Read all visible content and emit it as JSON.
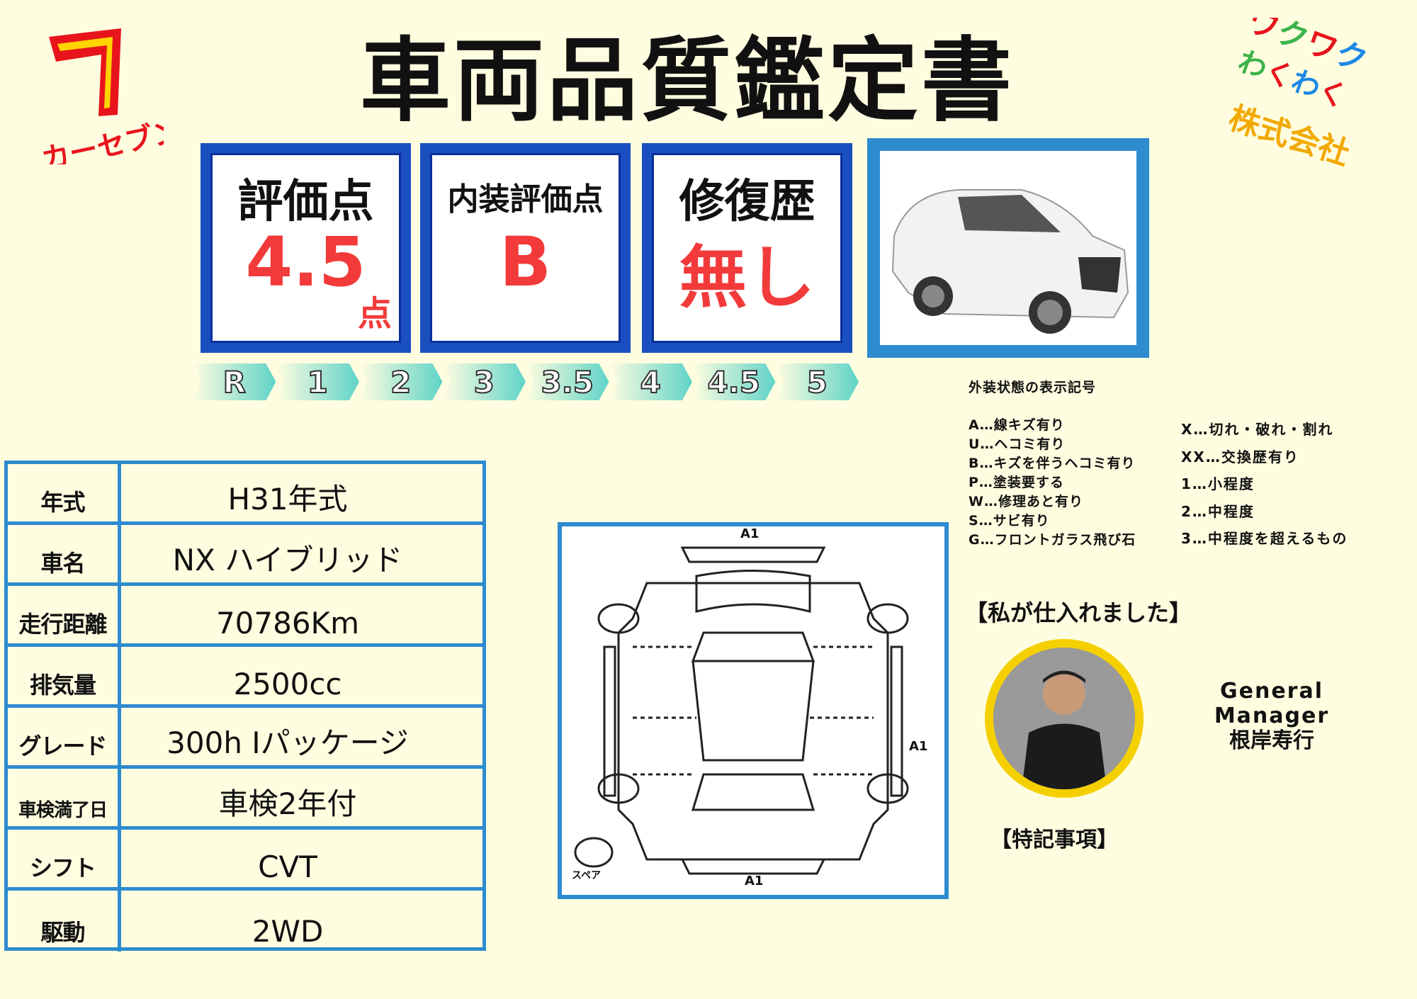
{
  "title": "車両品質鑑定書",
  "logos": {
    "left": "カーセブン",
    "right": "ワクワクわくわく株式会社"
  },
  "scores": [
    {
      "label": "評価点",
      "value": "4.5",
      "unit": "点"
    },
    {
      "label": "内装評価点",
      "value": "B"
    },
    {
      "label": "修復歴",
      "value": "無し"
    }
  ],
  "scale": [
    "R",
    "1",
    "2",
    "3",
    "3.5",
    "4",
    "4.5",
    "5"
  ],
  "legend": {
    "title": "外装状態の表示記号",
    "left": [
      "A…線キズ有り",
      "U…ヘコミ有り",
      "B…キズを伴うヘコミ有り",
      "P…塗装要する",
      "W…修理あと有り",
      "S…サビ有り",
      "G…フロントガラス飛び石"
    ],
    "right": [
      "X…切れ・破れ・割れ",
      "XX…交換歴有り",
      "1…小程度",
      "2…中程度",
      "3…中程度を超えるもの"
    ]
  },
  "buyer": {
    "heading": "【私が仕入れました】",
    "role": "General Manager",
    "name": "根岸寿行"
  },
  "notes_heading": "【特記事項】",
  "specs": [
    {
      "k": "年式",
      "v": "H31年式"
    },
    {
      "k": "車名",
      "v": "NX ハイブリッド"
    },
    {
      "k": "走行距離",
      "v": "70786Km"
    },
    {
      "k": "排気量",
      "v": "2500cc"
    },
    {
      "k": "グレード",
      "v": "300h Iパッケージ"
    },
    {
      "k": "車検満了日",
      "v": "車検2年付"
    },
    {
      "k": "シフト",
      "v": "CVT"
    },
    {
      "k": "駆動",
      "v": "2WD"
    }
  ],
  "diagram": {
    "marks": [
      "A1",
      "A1",
      "A1"
    ],
    "spare": "スペア"
  },
  "colors": {
    "accent": "#2d8bd0",
    "score_red": "#f23a3a",
    "background": "#fffde0"
  }
}
